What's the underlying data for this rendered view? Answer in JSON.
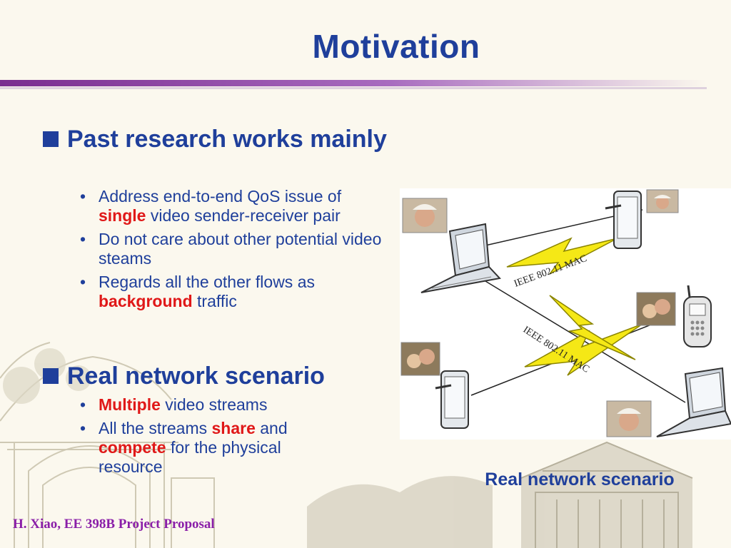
{
  "slide": {
    "title": "Motivation",
    "sections": [
      {
        "heading": "Past research works mainly",
        "bullets": [
          {
            "pre": "Address end-to-end QoS issue of ",
            "em": "single",
            "post": " video sender-receiver pair"
          },
          {
            "pre": "Do not care about other potential video steams",
            "em": "",
            "post": ""
          },
          {
            "pre": "Regards all the other flows as ",
            "em": "background",
            "post": " traffic"
          }
        ]
      },
      {
        "heading": "Real network scenario",
        "bullets": [
          {
            "pre": "",
            "em": "Multiple",
            "post": " video streams"
          },
          {
            "pre": "All the streams ",
            "em": "share",
            "post": " and ",
            "em2": "compete",
            "post2": " for the physical resource"
          }
        ]
      }
    ],
    "figure": {
      "label_top": "IEEE 802.11 MAC",
      "label_mid": "IEEE 802.11 MAC",
      "caption": "Real network scenario"
    },
    "footer": "H. Xiao, EE 398B Project Proposal"
  },
  "colors": {
    "title": "#1f3f9b",
    "emphasis": "#e01818",
    "footer": "#8a1ea8"
  }
}
